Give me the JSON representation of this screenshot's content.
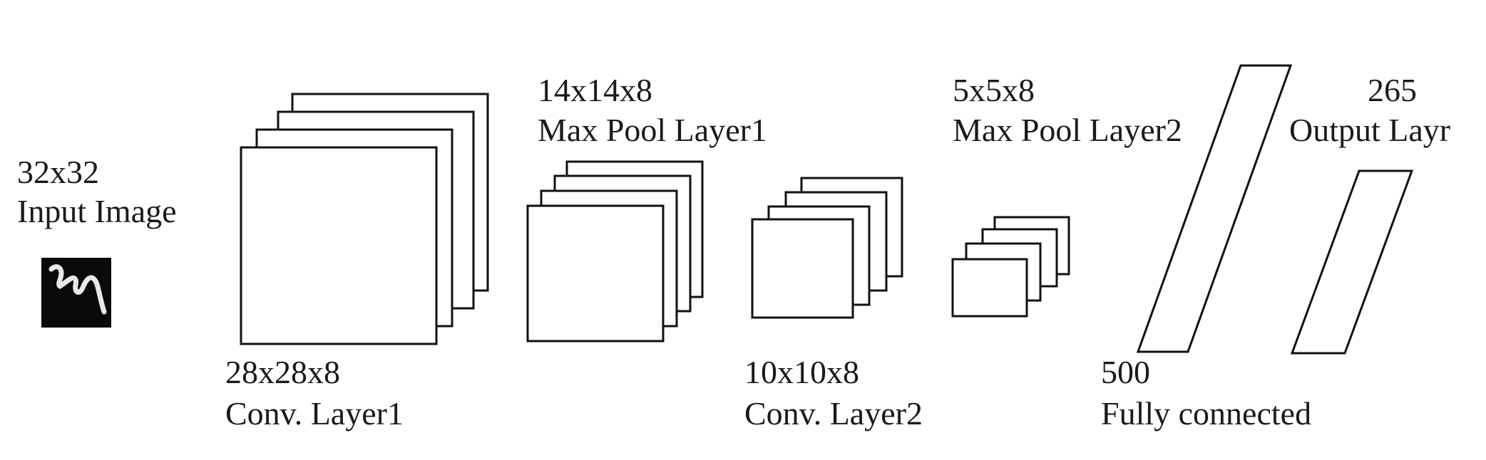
{
  "input": {
    "size": "32x32",
    "name": "Input Image",
    "thumbnail_icon": "handwritten-character-thumbnail"
  },
  "conv1": {
    "size": "28x28x8",
    "name": "Conv. Layer1"
  },
  "pool1": {
    "size": "14x14x8",
    "name": "Max Pool Layer1"
  },
  "conv2": {
    "size": "10x10x8",
    "name": "Conv. Layer2"
  },
  "pool2": {
    "size": "5x5x8",
    "name": "Max Pool Layer2"
  },
  "fc": {
    "size": "500",
    "name": "Fully connected"
  },
  "output": {
    "size": "265",
    "name": "Output Layr"
  },
  "colors": {
    "stroke": "#111111",
    "text": "#1a1a1a",
    "background": "#ffffff"
  }
}
